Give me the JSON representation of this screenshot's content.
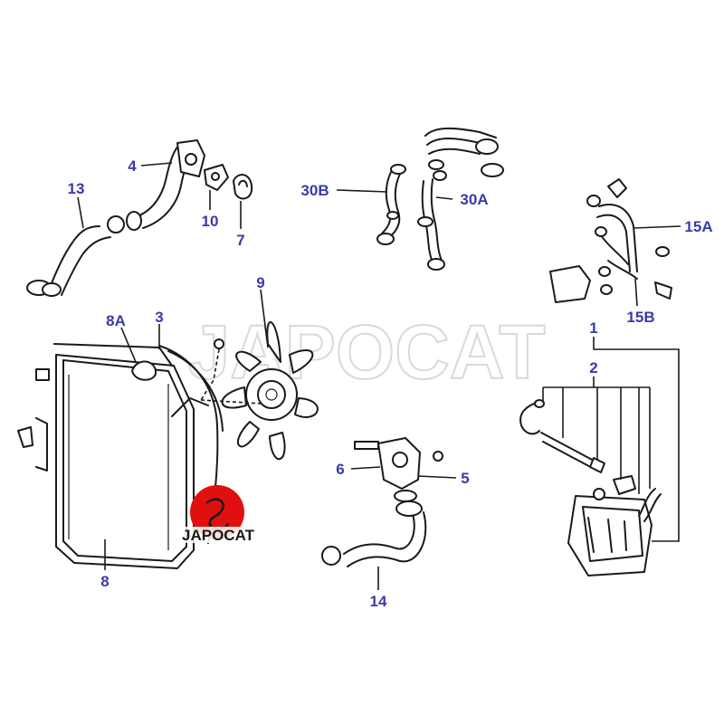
{
  "colors": {
    "callout": "#3a3aa8",
    "line": "#1a1a1a",
    "watermark_text": "#d9d9d9",
    "logo_red": "#e01010"
  },
  "callouts": {
    "c13": "13",
    "c4": "4",
    "c10": "10",
    "c7": "7",
    "c30B": "30B",
    "c30A": "30A",
    "c15A": "15A",
    "c15B": "15B",
    "c8A": "8A",
    "c3": "3",
    "c9": "9",
    "c1": "1",
    "c2": "2",
    "c6": "6",
    "c5": "5",
    "c8": "8",
    "c14": "14"
  },
  "watermark": {
    "text": "JAPOCAT",
    "logo_text": "JAPOCAT"
  }
}
